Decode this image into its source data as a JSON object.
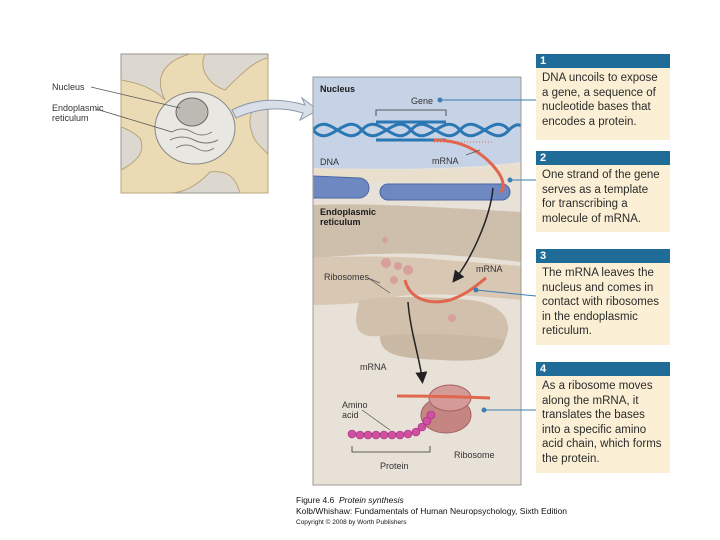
{
  "labels": {
    "cell_nucleus": "Nucleus",
    "cell_er": "Endoplasmic\nreticulum",
    "panel_nucleus": "Nucleus",
    "gene": "Gene",
    "dna": "DNA",
    "mrna_1": "mRNA",
    "er_title": "Endoplasmic\nreticulum",
    "ribosomes": "Ribosomes",
    "mrna_2": "mRNA",
    "mrna_3": "mRNA",
    "amino_acid": "Amino\nacid",
    "protein": "Protein",
    "ribosome": "Ribosome"
  },
  "steps": [
    {
      "num": "1",
      "text": "DNA uncoils to expose a gene, a sequence of nucleotide bases that encodes a protein."
    },
    {
      "num": "2",
      "text": "One strand of the gene serves as a template for transcribing a molecule of mRNA."
    },
    {
      "num": "3",
      "text": "The mRNA leaves the nucleus and comes in contact with ribosomes in the endoplasmic reticulum."
    },
    {
      "num": "4",
      "text": "As a ribosome moves along the mRNA, it translates the bases into a specific amino acid chain, which forms the protein."
    }
  ],
  "caption": {
    "figure": "Figure 4.6",
    "title": "Protein synthesis",
    "book": "Kolb/Whishaw: Fundamentals of Human Neuropsychology, Sixth Edition",
    "copyright": "Copyright © 2008 by Worth Publishers"
  },
  "colors": {
    "dna": "#2b77b3",
    "mrna": "#e0664f",
    "nucleus_bg": "#c7d3e8",
    "cytoplasm": "#e6ddd2",
    "step_header": "#1f6c99",
    "step_bg": "#fbf0d6",
    "ribosome": "#c88583",
    "protein": "#d14fa3"
  }
}
